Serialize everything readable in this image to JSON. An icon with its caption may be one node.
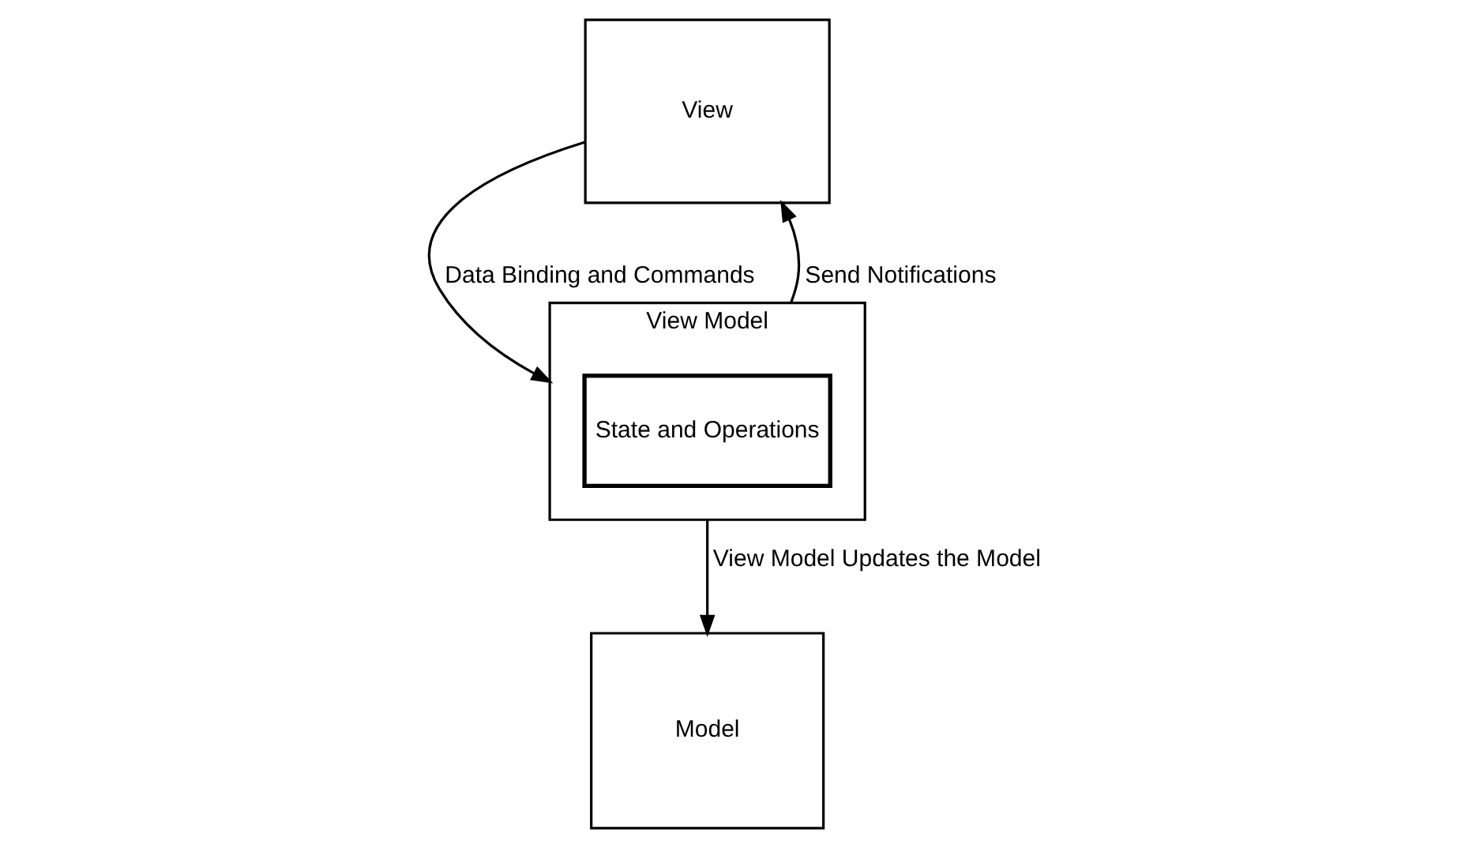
{
  "diagram": {
    "nodes": [
      {
        "text": [
          "View"
        ]
      },
      {
        "text": [
          "View Model"
        ]
      },
      {
        "text": [
          "State and Operations"
        ],
        "in": 1
      },
      {
        "text": [
          "Model"
        ]
      }
    ],
    "edges": [
      {
        "from": 0,
        "to": 1,
        "arrow": "to",
        "label": "Data Binding and Commands"
      },
      {
        "from": 1,
        "to": 0,
        "arrow": "to",
        "label": "Send Notifications"
      },
      {
        "from": 1,
        "to": 3,
        "arrow": "to",
        "label": "View Model Updates the Model"
      }
    ]
  }
}
